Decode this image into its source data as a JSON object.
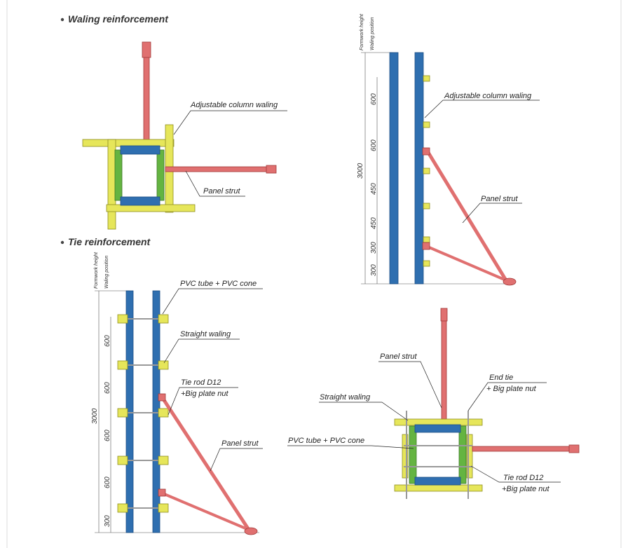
{
  "headings": {
    "waling": "Waling reinforcement",
    "tie": "Tie reinforcement"
  },
  "labels": {
    "adjustable_column_waling": "Adjustable column waling",
    "panel_strut": "Panel strut",
    "pvc_tube_cone": "PVC tube + PVC cone",
    "straight_waling": "Straight waling",
    "tie_rod": "Tie rod D12",
    "big_plate_nut": "+Big plate nut",
    "end_tie": "End tie",
    "end_tie_nut": "+ Big plate nut"
  },
  "elevation_labels": {
    "formwork_height": "Formwork height",
    "waling_position": "Waling position"
  },
  "dims_waling": {
    "total": "3000",
    "segments": [
      "600",
      "600",
      "450",
      "450",
      "300",
      "300"
    ]
  },
  "dims_tie": {
    "total": "3000",
    "segments": [
      "600",
      "600",
      "600",
      "600",
      "300"
    ]
  },
  "colors": {
    "column": "#2f6fb0",
    "waling": "#e6e65a",
    "strut": "#e07070",
    "panel": "#64b441"
  }
}
